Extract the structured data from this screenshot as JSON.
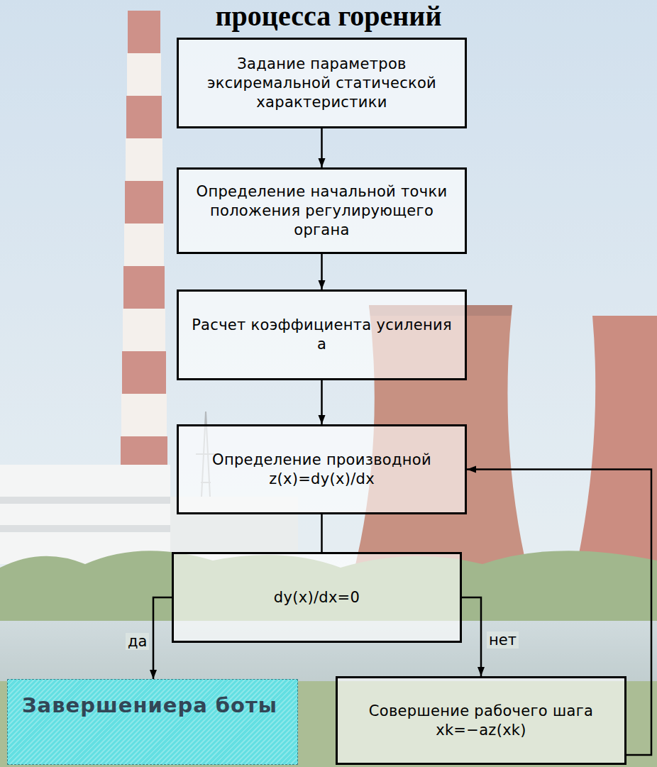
{
  "diagram": {
    "title": "процесса горений",
    "nodes": [
      {
        "text": [
          "Задание параметров эксиремальной статической характеристики"
        ]
      },
      {
        "text": [
          "Определение начальной точки положения регулирующего органа"
        ]
      },
      {
        "text": [
          "Расчет коэффициента усиления а"
        ]
      },
      {
        "text": [
          "Определение производной z(x)=dy(x)/dx"
        ]
      },
      {
        "text": [
          "dy(x)/dx=0"
        ]
      },
      {
        "text": [
          "Завершениера боты"
        ]
      },
      {
        "text": [
          "Совершение рабочего шага xk=−az(xk)"
        ]
      }
    ],
    "edges": [
      {
        "from": 0,
        "to": 1,
        "arrow": "to"
      },
      {
        "from": 1,
        "to": 2,
        "arrow": "to"
      },
      {
        "from": 2,
        "to": 3,
        "arrow": "to"
      },
      {
        "from": 3,
        "to": 4,
        "arrow": "none"
      },
      {
        "from": 4,
        "to": 5,
        "label": "да",
        "arrow": "to"
      },
      {
        "from": 4,
        "to": 6,
        "label": "нет",
        "arrow": "to"
      },
      {
        "from": 6,
        "to": 3,
        "arrow": "to"
      }
    ]
  }
}
